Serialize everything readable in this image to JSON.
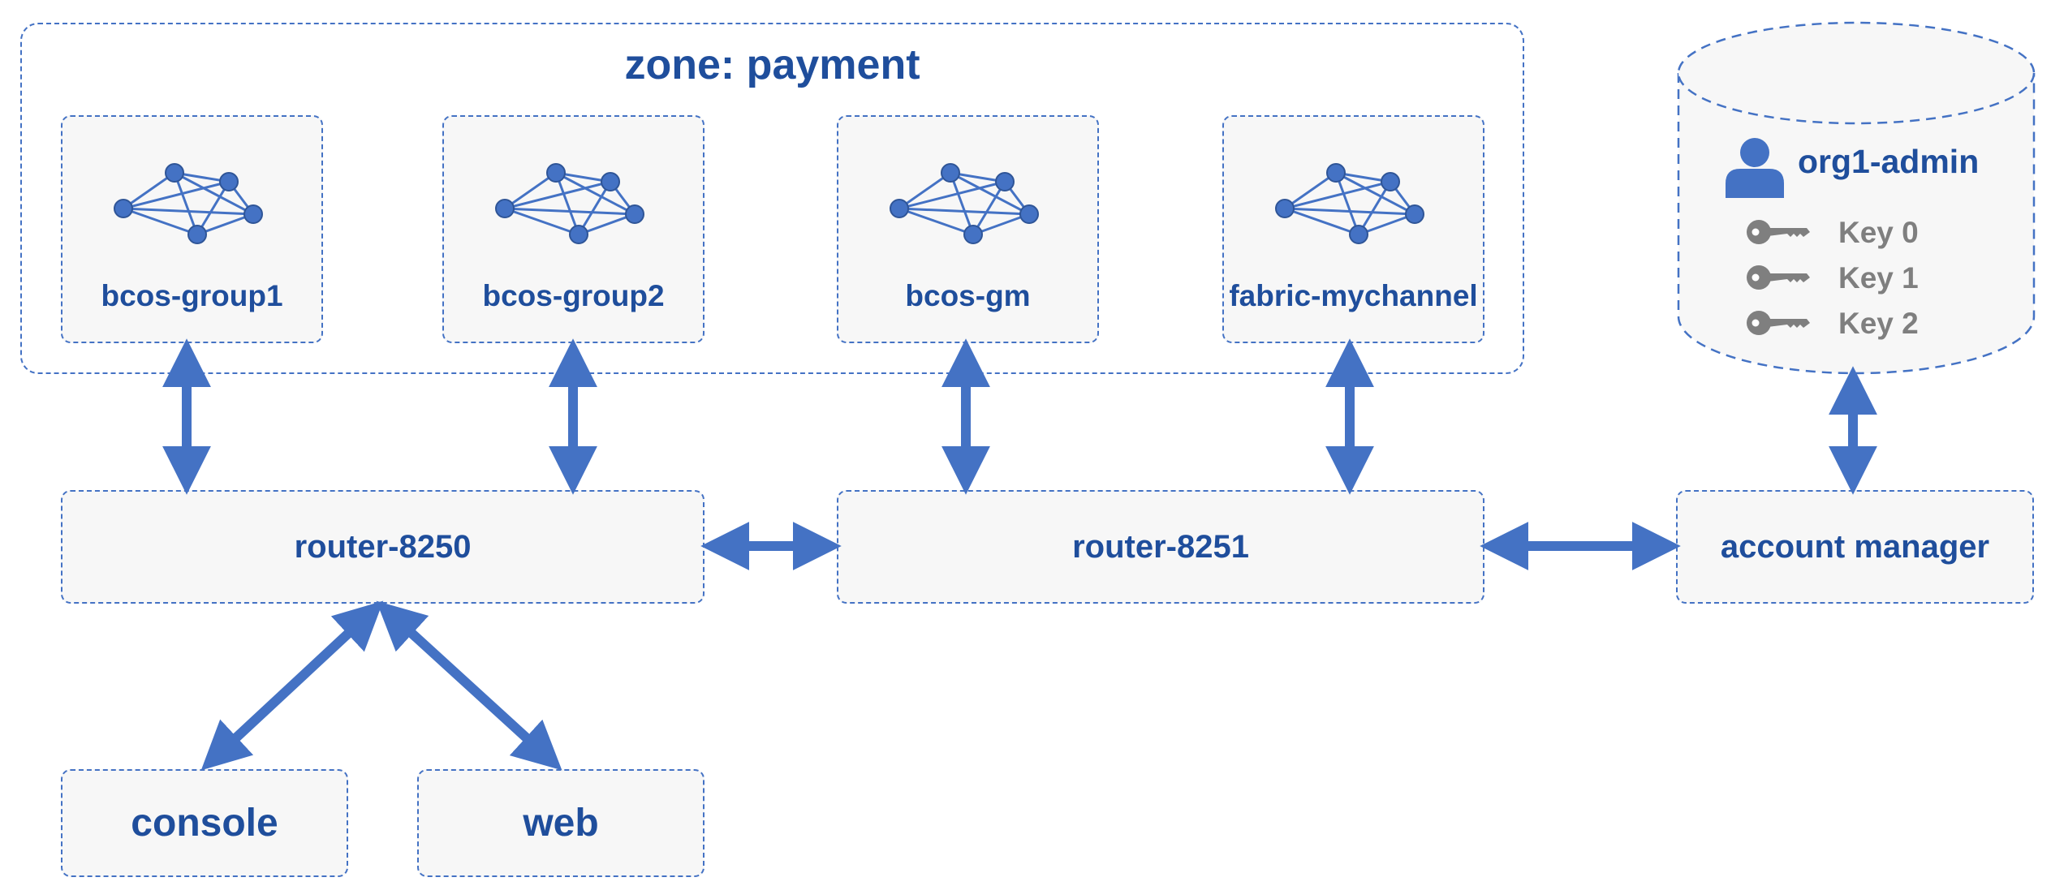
{
  "zone": {
    "title": "zone: payment"
  },
  "chains": [
    {
      "label": "bcos-group1"
    },
    {
      "label": "bcos-group2"
    },
    {
      "label": "bcos-gm"
    },
    {
      "label": "fabric-mychannel"
    }
  ],
  "routers": [
    {
      "label": "router-8250"
    },
    {
      "label": "router-8251"
    }
  ],
  "account_manager": {
    "label": "account manager"
  },
  "clients": [
    {
      "label": "console"
    },
    {
      "label": "web"
    }
  ],
  "account_store": {
    "user": "org1-admin",
    "keys": [
      "Key 0",
      "Key 1",
      "Key 2"
    ]
  },
  "colors": {
    "accent": "#4472c4",
    "text": "#1f4e9c",
    "key_gray": "#7f7f7f",
    "box_fill": "#f7f7f7"
  },
  "icons": {
    "network": "network-graph-icon",
    "user": "user-icon",
    "key": "key-icon"
  }
}
